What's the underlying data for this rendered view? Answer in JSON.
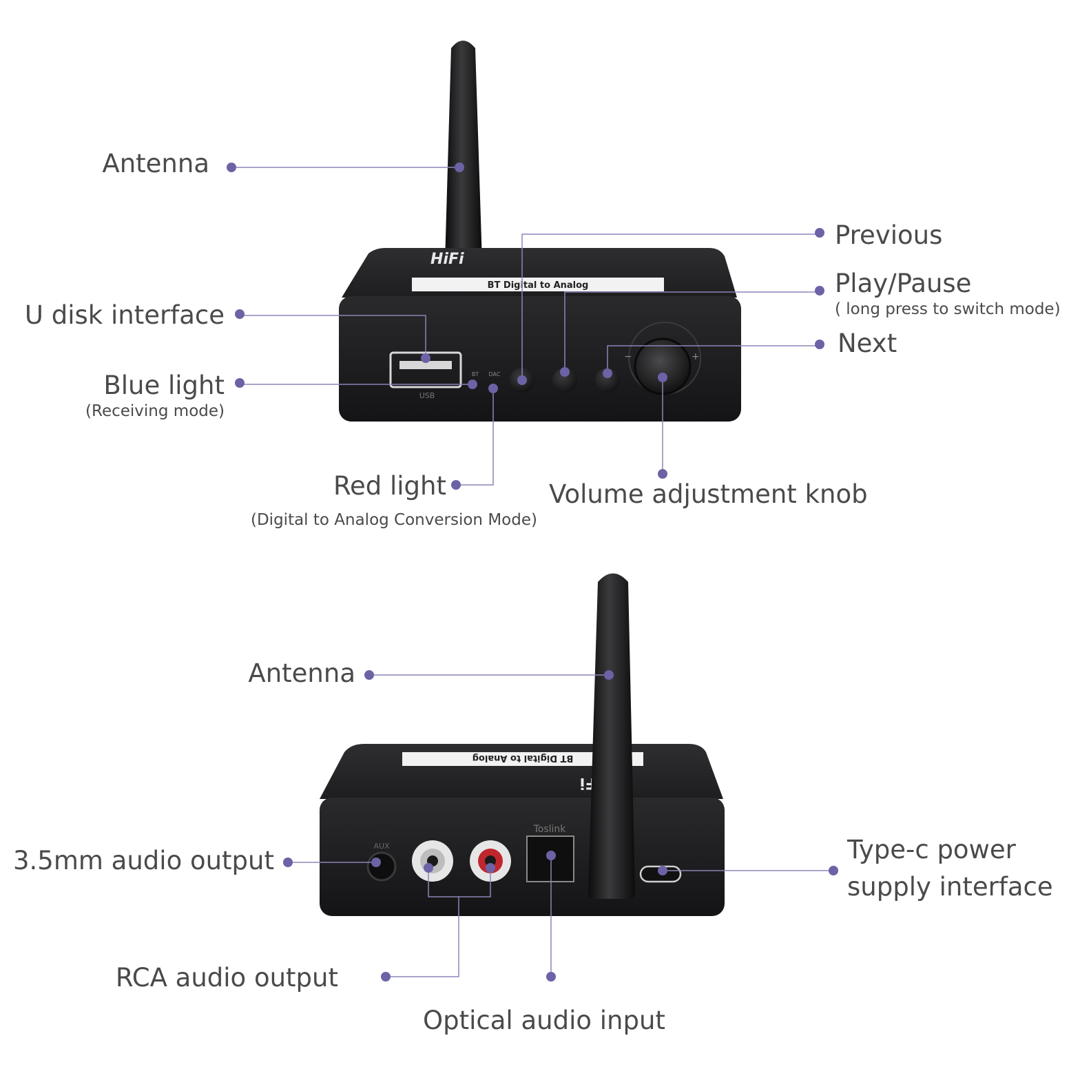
{
  "colors": {
    "callout": "#6b63a6",
    "leader": "#8a86b8",
    "device": "#1c1c1e",
    "label_text": "#4a4a4a"
  },
  "device_markings": {
    "brand": "HiFi",
    "strip": "BT Digital to Analog",
    "usb": "USB",
    "bt": "BT",
    "dac": "DAC",
    "aux": "AUX",
    "toslink": "Toslink"
  },
  "top_view": {
    "antenna": "Antenna",
    "previous": "Previous",
    "play_pause": "Play/Pause",
    "play_pause_note": "( long press to switch mode)",
    "next": "Next",
    "u_disk": "U disk interface",
    "blue_light": "Blue light",
    "blue_light_note": "(Receiving mode)",
    "red_light": "Red light",
    "red_light_note": "(Digital to Analog Conversion Mode)",
    "volume": "Volume adjustment knob"
  },
  "bottom_view": {
    "antenna": "Antenna",
    "aux_out": "3.5mm audio output",
    "rca_out": "RCA audio output",
    "optical_in": "Optical audio input",
    "typec_line1": "Type-c power",
    "typec_line2": "supply interface"
  }
}
